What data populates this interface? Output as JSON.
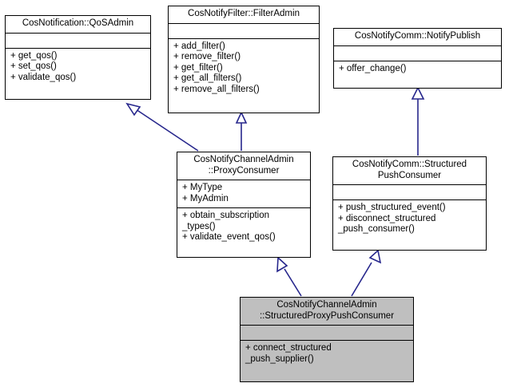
{
  "diagram": {
    "type": "uml-class-inheritance",
    "background": "#ffffff",
    "edge_color": "#26268c",
    "highlight_fill": "#bfbfbf",
    "nodes": [
      {
        "id": "qos_admin",
        "name": "CosNotification::QoSAdmin",
        "attributes": "",
        "operations": "+ get_qos()\n+ set_qos()\n+ validate_qos()",
        "highlight": false
      },
      {
        "id": "filter_admin",
        "name": "CosNotifyFilter::FilterAdmin",
        "attributes": "",
        "operations": "+ add_filter()\n+ remove_filter()\n+ get_filter()\n+ get_all_filters()\n+ remove_all_filters()",
        "highlight": false
      },
      {
        "id": "notify_publish",
        "name": "CosNotifyComm::NotifyPublish",
        "attributes": "",
        "operations": "+ offer_change()",
        "highlight": false
      },
      {
        "id": "proxy_consumer",
        "name": "CosNotifyChannelAdmin\n::ProxyConsumer",
        "attributes": "+ MyType\n+ MyAdmin",
        "operations": "+ obtain_subscription\n_types()\n+ validate_event_qos()",
        "highlight": false
      },
      {
        "id": "structured_push_consumer",
        "name": "CosNotifyComm::Structured\nPushConsumer",
        "attributes": "",
        "operations": "+ push_structured_event()\n+ disconnect_structured\n_push_consumer()",
        "highlight": false
      },
      {
        "id": "structured_proxy_push_consumer",
        "name": "CosNotifyChannelAdmin\n::StructuredProxyPushConsumer",
        "attributes": "",
        "operations": "+ connect_structured\n_push_supplier()",
        "highlight": true
      }
    ],
    "edges": [
      {
        "from": "proxy_consumer",
        "to": "qos_admin",
        "kind": "generalization"
      },
      {
        "from": "proxy_consumer",
        "to": "filter_admin",
        "kind": "generalization"
      },
      {
        "from": "structured_push_consumer",
        "to": "notify_publish",
        "kind": "generalization"
      },
      {
        "from": "structured_proxy_push_consumer",
        "to": "proxy_consumer",
        "kind": "generalization"
      },
      {
        "from": "structured_proxy_push_consumer",
        "to": "structured_push_consumer",
        "kind": "generalization"
      }
    ]
  }
}
